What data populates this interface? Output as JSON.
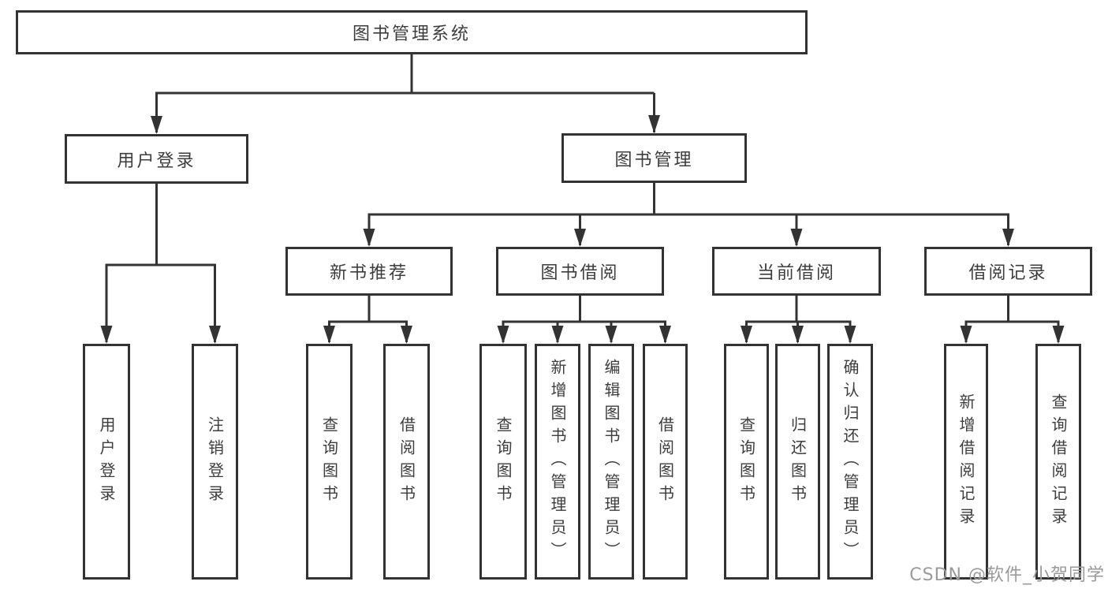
{
  "diagram_title": "图书管理系统",
  "nodes": {
    "root": "图书管理系统",
    "user_login": "用户登录",
    "book_mgmt": "图书管理",
    "new_book_rec": "新书推荐",
    "book_borrow": "图书借阅",
    "current_borrow": "当前借阅",
    "borrow_record": "借阅记录",
    "leaf_user_login": "用户登录",
    "leaf_logout": "注销登录",
    "leaf_nb_query": "查询图书",
    "leaf_nb_borrow": "借阅图书",
    "leaf_bb_query": "查询图书",
    "leaf_bb_add": "新增图书（管理员）",
    "leaf_bb_edit": "编辑图书（管理员）",
    "leaf_bb_borrow": "借阅图书",
    "leaf_cb_query": "查询图书",
    "leaf_cb_return": "归还图书",
    "leaf_cb_confirm": "确认归还（管理员）",
    "leaf_br_add": "新增借阅记录",
    "leaf_br_query": "查询借阅记录"
  },
  "watermark": "CSDN @软件_小贺同学",
  "colors": {
    "line": "#333333",
    "box_border": "#333333",
    "text": "#3d3d3d",
    "watermark": "#9a9a9a",
    "background": "#ffffff"
  }
}
